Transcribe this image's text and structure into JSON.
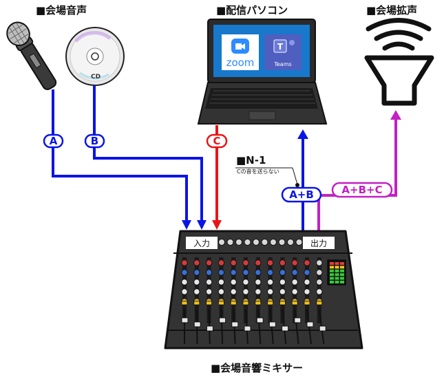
{
  "labels": {
    "venue_audio": "■会場音声",
    "streaming_pc": "■配信パソコン",
    "venue_loudspeaker": "■会場拡声",
    "mixer": "■会場音響ミキサー",
    "n1_title": "■N-1",
    "n1_note": "Cの音を送らない"
  },
  "cd_label": "CD",
  "apps": {
    "zoom": "zoom",
    "teams": "Teams",
    "teams_letter": "T"
  },
  "signals": {
    "a": "A",
    "b": "B",
    "c": "C",
    "a_plus_b": "A+B",
    "a_plus_b_plus_c": "A+B+C"
  },
  "mixer_io": {
    "input": "入力",
    "output": "出力"
  },
  "colors": {
    "blue": "#0a14e6",
    "red": "#e81515",
    "magenta": "#c41fc4",
    "zoom_blue": "#2d8cff",
    "teams_purple": "#4e5fbf"
  },
  "icons": [
    "microphone-icon",
    "cd-disc-icon",
    "laptop-icon",
    "loudspeaker-icon",
    "audio-mixer-icon"
  ]
}
